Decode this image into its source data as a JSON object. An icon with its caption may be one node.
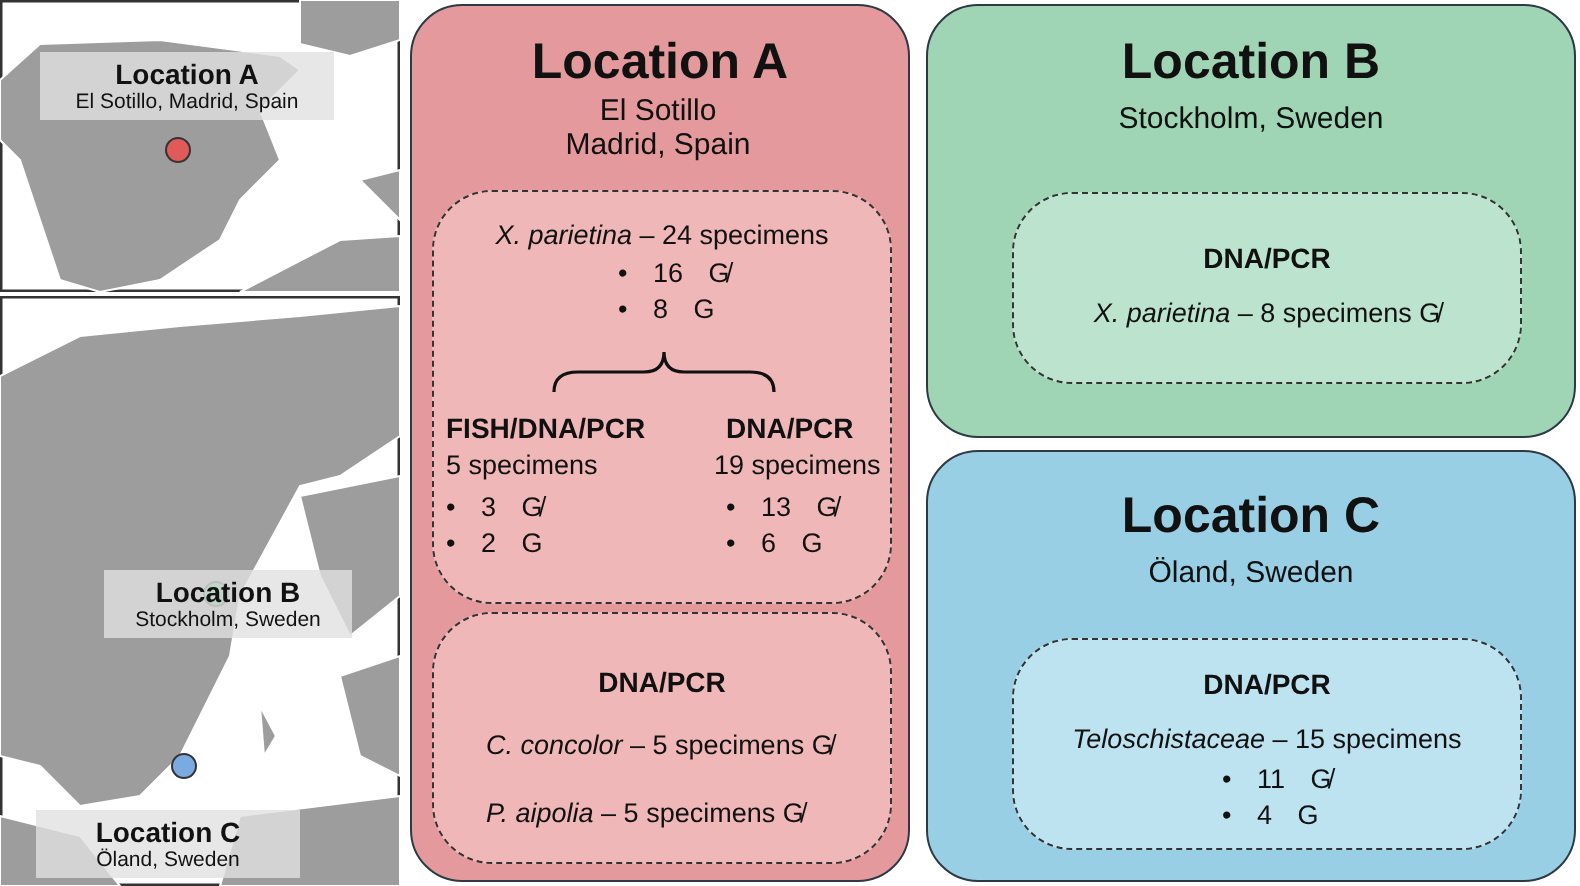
{
  "diagram": {
    "nodes": [
      {
        "text": [
          "Location A",
          "El Sotillo Madrid, Spain"
        ]
      },
      {
        "text": [
          "*X. parietina* – 24 specimens",
          "• 16 G̸",
          "• 8 G",
          "FISH/DNA/PCR",
          "5 specimens",
          "• 3 G̸",
          "• 2 G",
          "DNA/PCR",
          "19 specimens",
          "• 13 G̸",
          "• 6 G"
        ],
        "in": 0
      },
      {
        "text": [
          "DNA/PCR",
          "*C. concolor* – 5 specimens G̸",
          "*P. aipolia* – 5 specimens G̸"
        ],
        "in": 0
      },
      {
        "text": [
          "Location B",
          "Stockholm, Sweden"
        ]
      },
      {
        "text": [
          "DNA/PCR",
          "*X. parietina* – 8 specimens G̸"
        ],
        "in": 3
      },
      {
        "text": [
          "Location C",
          "Öland, Sweden"
        ]
      },
      {
        "text": [
          "DNA/PCR",
          "*Teloschistaceae* – 15 specimens",
          "• 11 G̸",
          "• 4 G"
        ],
        "in": 5
      }
    ],
    "edges": [],
    "labels": [
      "Location A",
      "El Sotillo, Madrid, Spain",
      "Location B",
      "Stockholm, Sweden",
      "Location C",
      "Öland, Sweden"
    ]
  }
}
